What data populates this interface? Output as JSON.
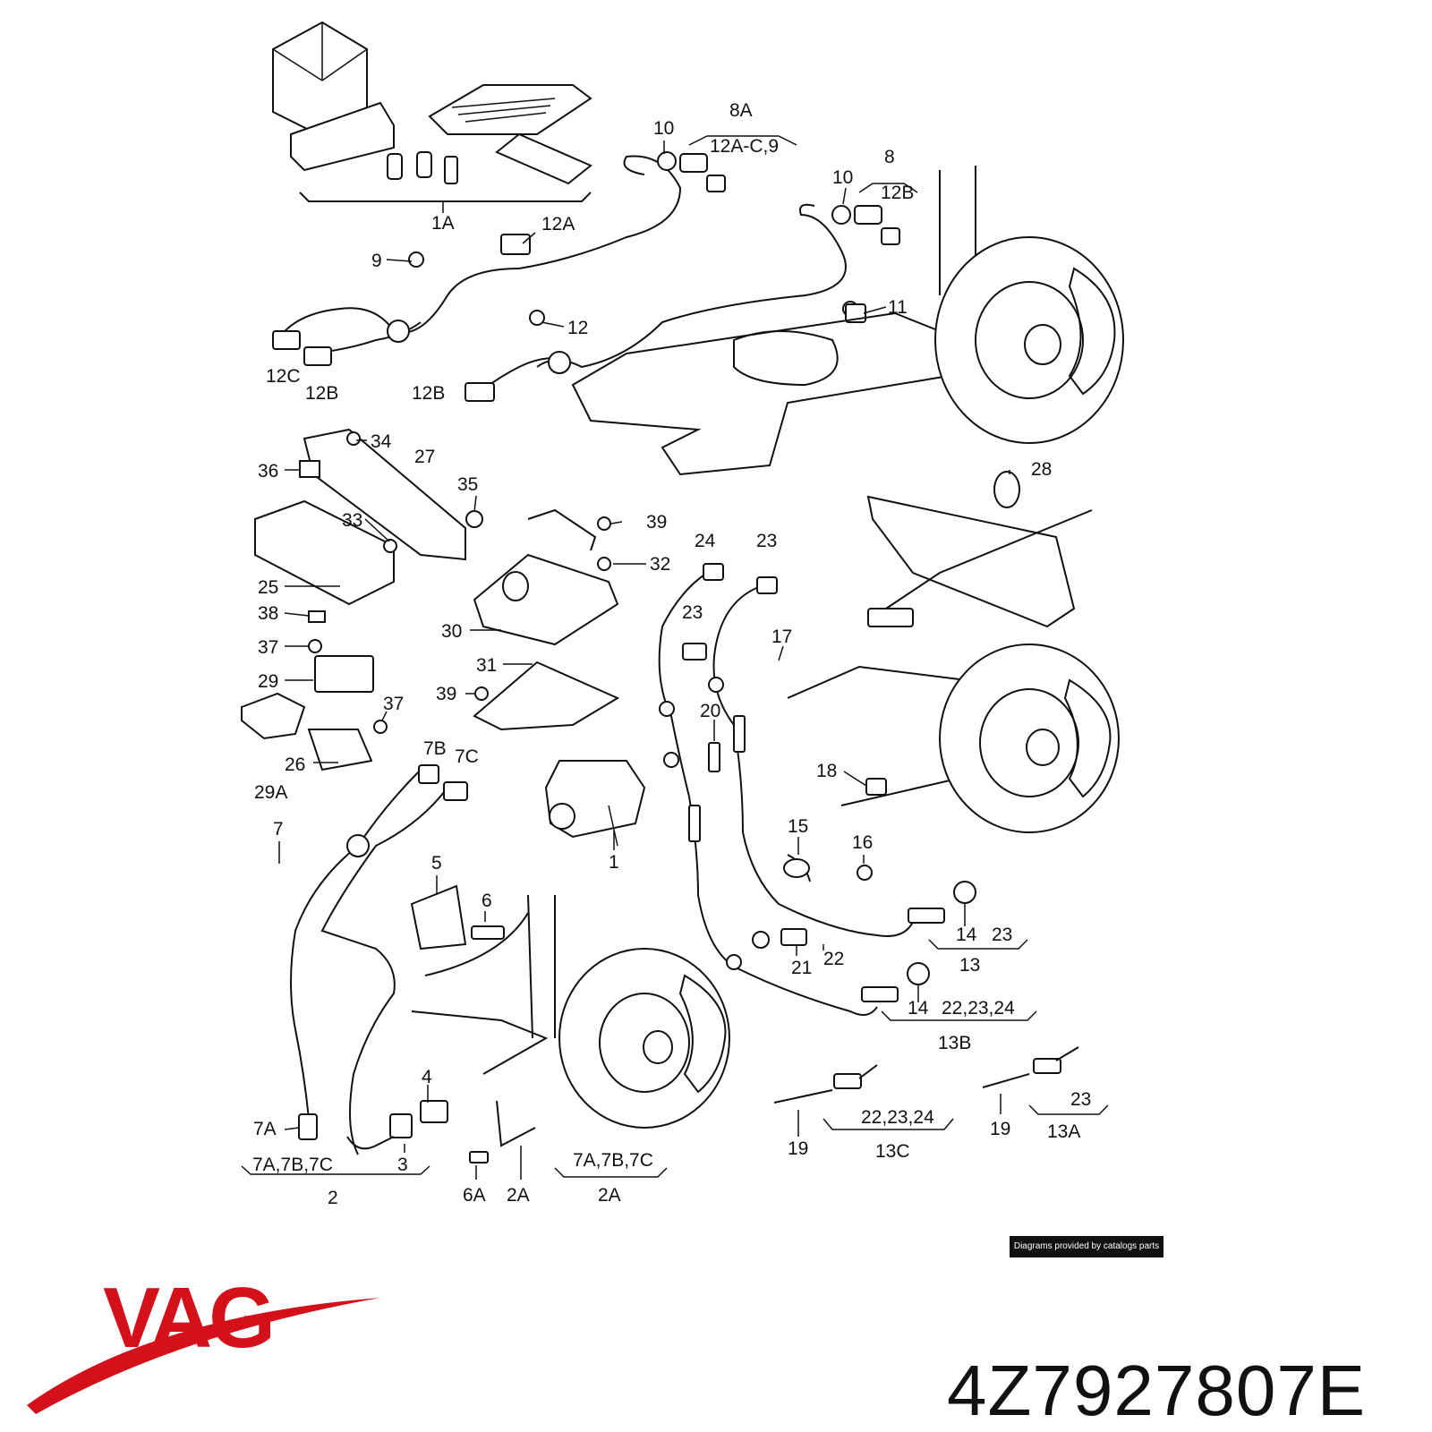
{
  "labels": {
    "l1A": "1A",
    "l12A_top": "12A",
    "l9": "9",
    "l10a": "10",
    "l8A": "8A",
    "l12AC9": "12A-C,9",
    "l10b": "10",
    "l8": "8",
    "l12B_top": "12B",
    "l11": "11",
    "l12": "12",
    "l12C": "12C",
    "l12B_a": "12B",
    "l12B_b": "12B",
    "l34": "34",
    "l27": "27",
    "l36": "36",
    "l35": "35",
    "l33": "33",
    "l25": "25",
    "l38": "38",
    "l28": "28",
    "l39a": "39",
    "l32": "32",
    "l30": "30",
    "l24": "24",
    "l23a": "23",
    "l23b": "23",
    "l37a": "37",
    "l29": "29",
    "l37b": "37",
    "l31": "31",
    "l39b": "39",
    "l17": "17",
    "l20": "20",
    "l26": "26",
    "l29A": "29A",
    "l7B": "7B",
    "l7C": "7C",
    "l18": "18",
    "l1": "1",
    "l7": "7",
    "l15": "15",
    "l16": "16",
    "l5": "5",
    "l6": "6",
    "l14a": "14",
    "l23c": "23",
    "l13": "13",
    "l21": "21",
    "l22": "22",
    "l14b": "14",
    "l222324a": "22,23,24",
    "l13B": "13B",
    "l4": "4",
    "l7A": "7A",
    "l19a": "19",
    "l222324b": "22,23,24",
    "l13C": "13C",
    "l19b": "19",
    "l23d": "23",
    "l13A": "13A",
    "l7A7B7Ca": "7A,7B,7C",
    "l3": "3",
    "l6A": "6A",
    "l2A": "2A",
    "l7A7B7Cb": "7A,7B,7C",
    "l2": "2",
    "l2A_b": "2A"
  },
  "credit": "Diagrams provided by catalogs parts",
  "brand": "VAG",
  "part_number": "4Z7927807E",
  "colors": {
    "brand_red": "#d4101a",
    "ink": "#111111"
  }
}
